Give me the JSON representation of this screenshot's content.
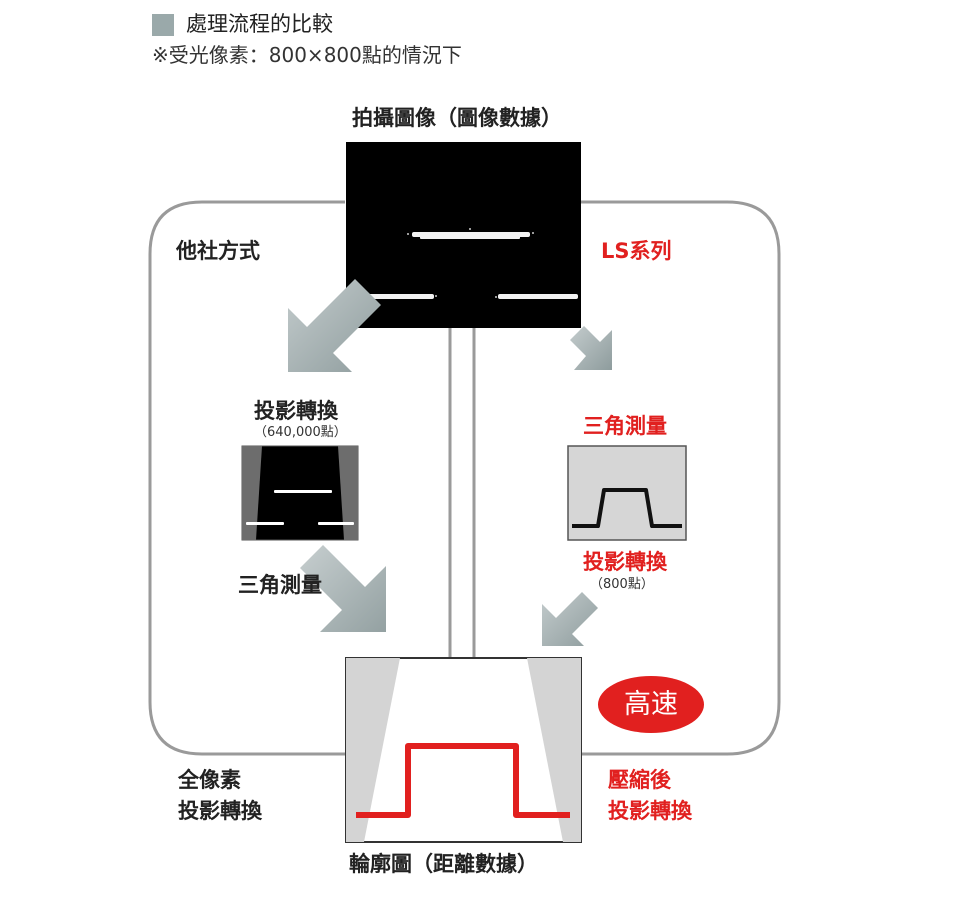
{
  "header": {
    "title": "處理流程的比較",
    "subtitle": "※受光像素：800×800點的情況下"
  },
  "captured_image": {
    "label": "拍攝圖像（圖像數據）"
  },
  "other_method": {
    "label": "他社方式",
    "step1": {
      "label": "投影轉換",
      "sub": "（640,000點）"
    },
    "step2": {
      "label": "三角測量"
    },
    "footer": {
      "line1": "全像素",
      "line2": "投影轉換"
    }
  },
  "ls_series": {
    "label": "LS系列",
    "step1": {
      "label": "三角測量"
    },
    "step2": {
      "label": "投影轉換",
      "sub": "（800點）"
    },
    "badge": "高速",
    "footer": {
      "line1": "壓縮後",
      "line2": "投影轉換"
    }
  },
  "profile": {
    "label": "輪廓圖（距離數據）"
  },
  "colors": {
    "accent_red": "#e1201f",
    "arrow_gray": "#a3b0b1",
    "frame_gray": "#9a9a9a",
    "legend_square": "#9aa9aa"
  }
}
